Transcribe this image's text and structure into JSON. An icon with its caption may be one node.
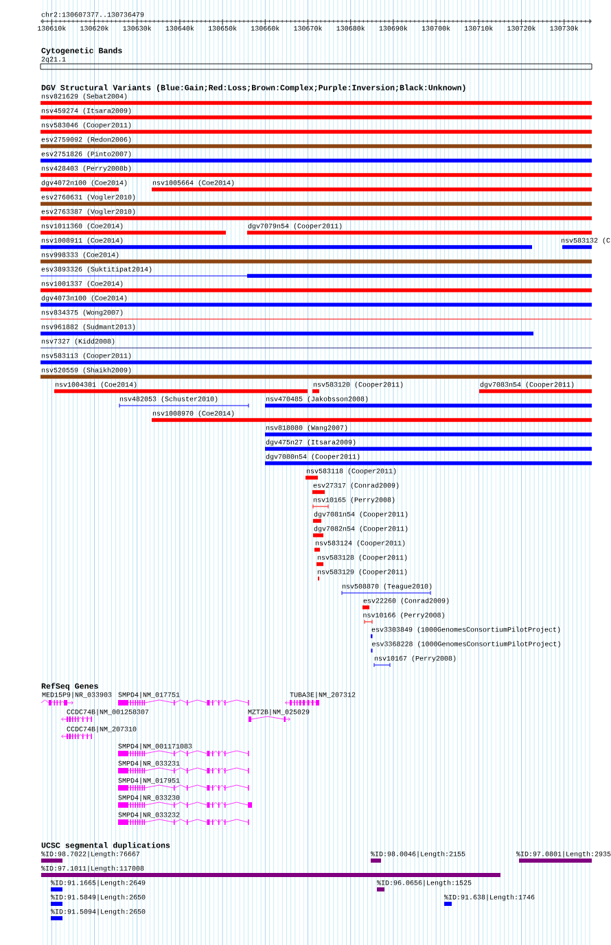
{
  "diagram": {
    "nodes": [
      {
        "text": [
          "2q21.1"
        ]
      },
      {
        "text": [
          "nsv821629 (Sebat2004)"
        ]
      },
      {
        "text": [
          "nsv459274 (Itsara2009)"
        ]
      },
      {
        "text": [
          "nsv583046 (Cooper2011)"
        ]
      },
      {
        "text": [
          "esv2759092 (Redon2006)"
        ]
      },
      {
        "text": [
          "esv2751826 (Pinto2007)"
        ]
      },
      {
        "text": [
          "nsv428403 (Perry2008b)"
        ]
      },
      {
        "text": [
          "dgv4072n100 (Coe2014)"
        ]
      },
      {
        "text": [
          "nsv1005664 (Coe2014)"
        ]
      },
      {
        "text": [
          "esv2760631 (Vogler2010)"
        ]
      },
      {
        "text": [
          "esv2763387 (Vogler2010)"
        ]
      },
      {
        "text": [
          "nsv1011360 (Coe2014)"
        ]
      },
      {
        "text": [
          "dgv7079n54 (Cooper2011)"
        ]
      },
      {
        "text": [
          "nsv1008911 (Coe2014)"
        ]
      },
      {
        "text": [
          "nsv583132 (C"
        ]
      },
      {
        "text": [
          "nsv998333 (Coe2014)"
        ]
      },
      {
        "text": [
          "esv3893326 (Suktitipat2014)"
        ]
      },
      {
        "text": [
          "nsv1001337 (Coe2014)"
        ]
      },
      {
        "text": [
          "dgv4073n100 (Coe2014)"
        ]
      },
      {
        "text": [
          "nsv834375 (Wong2007)"
        ]
      },
      {
        "text": [
          "nsv961882 (Sudmant2013)"
        ]
      },
      {
        "text": [
          "nsv7327 (Kidd2008)"
        ]
      },
      {
        "text": [
          "nsv583113 (Cooper2011)"
        ]
      },
      {
        "text": [
          "nsv520559 (Shaikh2009)"
        ]
      },
      {
        "text": [
          "nsv1004301 (Coe2014)"
        ]
      },
      {
        "text": [
          "nsv583120 (Cooper2011)"
        ]
      },
      {
        "text": [
          "dgv7083n54 (Cooper2011)"
        ]
      },
      {
        "text": [
          "nsv482053 (Schuster2010)"
        ]
      },
      {
        "text": [
          "nsv470485 (Jakobsson2008)"
        ]
      },
      {
        "text": [
          "nsv1008970 (Coe2014)"
        ]
      },
      {
        "text": [
          "nsv818080 (Wang2007)"
        ]
      },
      {
        "text": [
          "dgv475n27 (Itsara2009)"
        ]
      },
      {
        "text": [
          "dgv7080n54 (Cooper2011)"
        ]
      },
      {
        "text": [
          "nsv583118 (Cooper2011)"
        ]
      },
      {
        "text": [
          "esv27317 (Conrad2009)"
        ]
      },
      {
        "text": [
          "nsv10165 (Perry2008)"
        ]
      },
      {
        "text": [
          "dgv7081n54 (Cooper2011)"
        ]
      },
      {
        "text": [
          "dgv7082n54 (Cooper2011)"
        ]
      },
      {
        "text": [
          "nsv583124 (Cooper2011)"
        ]
      },
      {
        "text": [
          "nsv583128 (Cooper2011)"
        ]
      },
      {
        "text": [
          "nsv583129 (Cooper2011)"
        ]
      },
      {
        "text": [
          "nsv508870 (Teague2010)"
        ]
      },
      {
        "text": [
          "esv22260 (Conrad2009)"
        ]
      },
      {
        "text": [
          "nsv10166 (Perry2008)"
        ]
      },
      {
        "text": [
          "esv3303849 (1000GenomesConsortiumPilotProject)"
        ]
      },
      {
        "text": [
          "esv3368228 (1000GenomesConsortiumPilotProject)"
        ]
      },
      {
        "text": [
          "nsv10167 (Perry2008)"
        ]
      },
      {
        "text": [
          "MED15P9|NR_033903"
        ]
      },
      {
        "text": [
          "SMPD4|NM_017751"
        ]
      },
      {
        "text": [
          "TUBA3E|NM_207312"
        ]
      },
      {
        "text": [
          "CCDC74B|NM_001258307"
        ]
      },
      {
        "text": [
          "MZT2B|NM_025029"
        ]
      },
      {
        "text": [
          "CCDC74B|NM_207310"
        ]
      },
      {
        "text": [
          "SMPD4|NM_001171083"
        ]
      },
      {
        "text": [
          "SMPD4|NR_033231"
        ]
      },
      {
        "text": [
          "SMPD4|NM_017951"
        ]
      },
      {
        "text": [
          "SMPD4|NR_033230"
        ]
      },
      {
        "text": [
          "SMPD4|NR_033232"
        ]
      },
      {
        "text": [
          "%ID:98.7022|Length:76667"
        ]
      },
      {
        "text": [
          "%ID:98.0046|Length:2155"
        ]
      },
      {
        "text": [
          "%ID:97.0801|Length:2935"
        ]
      },
      {
        "text": [
          "%ID:97.1011|Length:117008"
        ]
      },
      {
        "text": [
          "%ID:91.1665|Length:2649"
        ]
      },
      {
        "text": [
          "%ID:96.0656|Length:1525"
        ]
      },
      {
        "text": [
          "%ID:91.5849|Length:2650"
        ]
      },
      {
        "text": [
          "%ID:91.638|Length:1746"
        ]
      },
      {
        "text": [
          "%ID:91.5094|Length:2650"
        ]
      }
    ],
    "labels": [
      "chr2:130607377..130736479",
      "130610k",
      "130620k",
      "130630k",
      "130640k",
      "130650k",
      "130660k",
      "130670k",
      "130680k",
      "130690k",
      "130700k",
      "130710k",
      "130720k",
      "130730k",
      "Cytogenetic Bands",
      "DGV Structural Variants (Blue:Gain;Red:Loss;Brown:Complex;Purple:Inversion;Black:Unknown)",
      "RefSeq Genes",
      "UCSC segmental duplications"
    ]
  }
}
